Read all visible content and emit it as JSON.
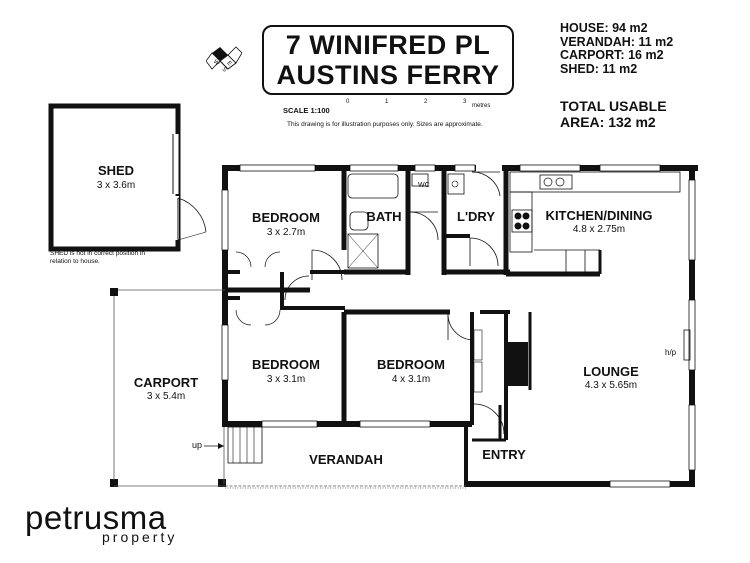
{
  "title": {
    "line1": "7 WINIFRED PL",
    "line2": "AUSTINS FERRY"
  },
  "compass": [
    "N",
    "E",
    "W",
    "S"
  ],
  "scale": {
    "label": "SCALE 1:100",
    "ticks": [
      "0",
      "1",
      "2",
      "3"
    ],
    "unit": "metres",
    "disclaimer": "This drawing is for illustration purposes only. Sizes are approximate."
  },
  "areas": [
    {
      "label": "HOUSE:",
      "value": "94 m2"
    },
    {
      "label": "VERANDAH:",
      "value": "11 m2"
    },
    {
      "label": "CARPORT:",
      "value": "16 m2"
    },
    {
      "label": "SHED:",
      "value": "11 m2"
    }
  ],
  "total": {
    "line1": "TOTAL USABLE",
    "line2": "AREA: 132 m2"
  },
  "rooms": {
    "shed": {
      "name": "SHED",
      "dim": "3 x 3.6m"
    },
    "bedroom1": {
      "name": "BEDROOM",
      "dim": "3 x 2.7m"
    },
    "bath": {
      "name": "BATH"
    },
    "wc": {
      "name": "WC"
    },
    "laundry": {
      "name": "L'DRY"
    },
    "kitchen": {
      "name": "KITCHEN/DINING",
      "dim": "4.8 x 2.75m"
    },
    "bedroom2": {
      "name": "BEDROOM",
      "dim": "3 x 3.1m"
    },
    "bedroom3": {
      "name": "BEDROOM",
      "dim": "4 x 3.1m"
    },
    "lounge": {
      "name": "LOUNGE",
      "dim": "4.3 x 5.65m"
    },
    "carport": {
      "name": "CARPORT",
      "dim": "3 x 5.4m"
    },
    "verandah": {
      "name": "VERANDAH"
    },
    "entry": {
      "name": "ENTRY"
    }
  },
  "notes": {
    "shed_note_line1": "SHED is not in correct position in",
    "shed_note_line2": "relation to house.",
    "hp": "h/p",
    "up": "up"
  },
  "logo": {
    "main": "petrusma",
    "sub": "property"
  },
  "colors": {
    "wall": "#111111",
    "line": "#555555",
    "accent": "#111111"
  }
}
